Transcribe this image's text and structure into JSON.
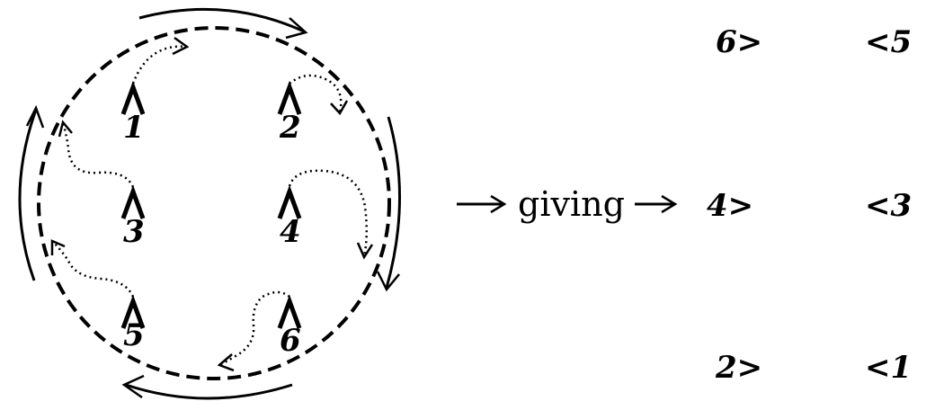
{
  "circle_dancers": [
    "1",
    "2",
    "3",
    "4",
    "5",
    "6"
  ],
  "connector_text": "giving",
  "result_rows": [
    {
      "left": "6>",
      "right": "<5"
    },
    {
      "left": "4>",
      "right": "<3"
    },
    {
      "left": "2>",
      "right": "<1"
    }
  ]
}
